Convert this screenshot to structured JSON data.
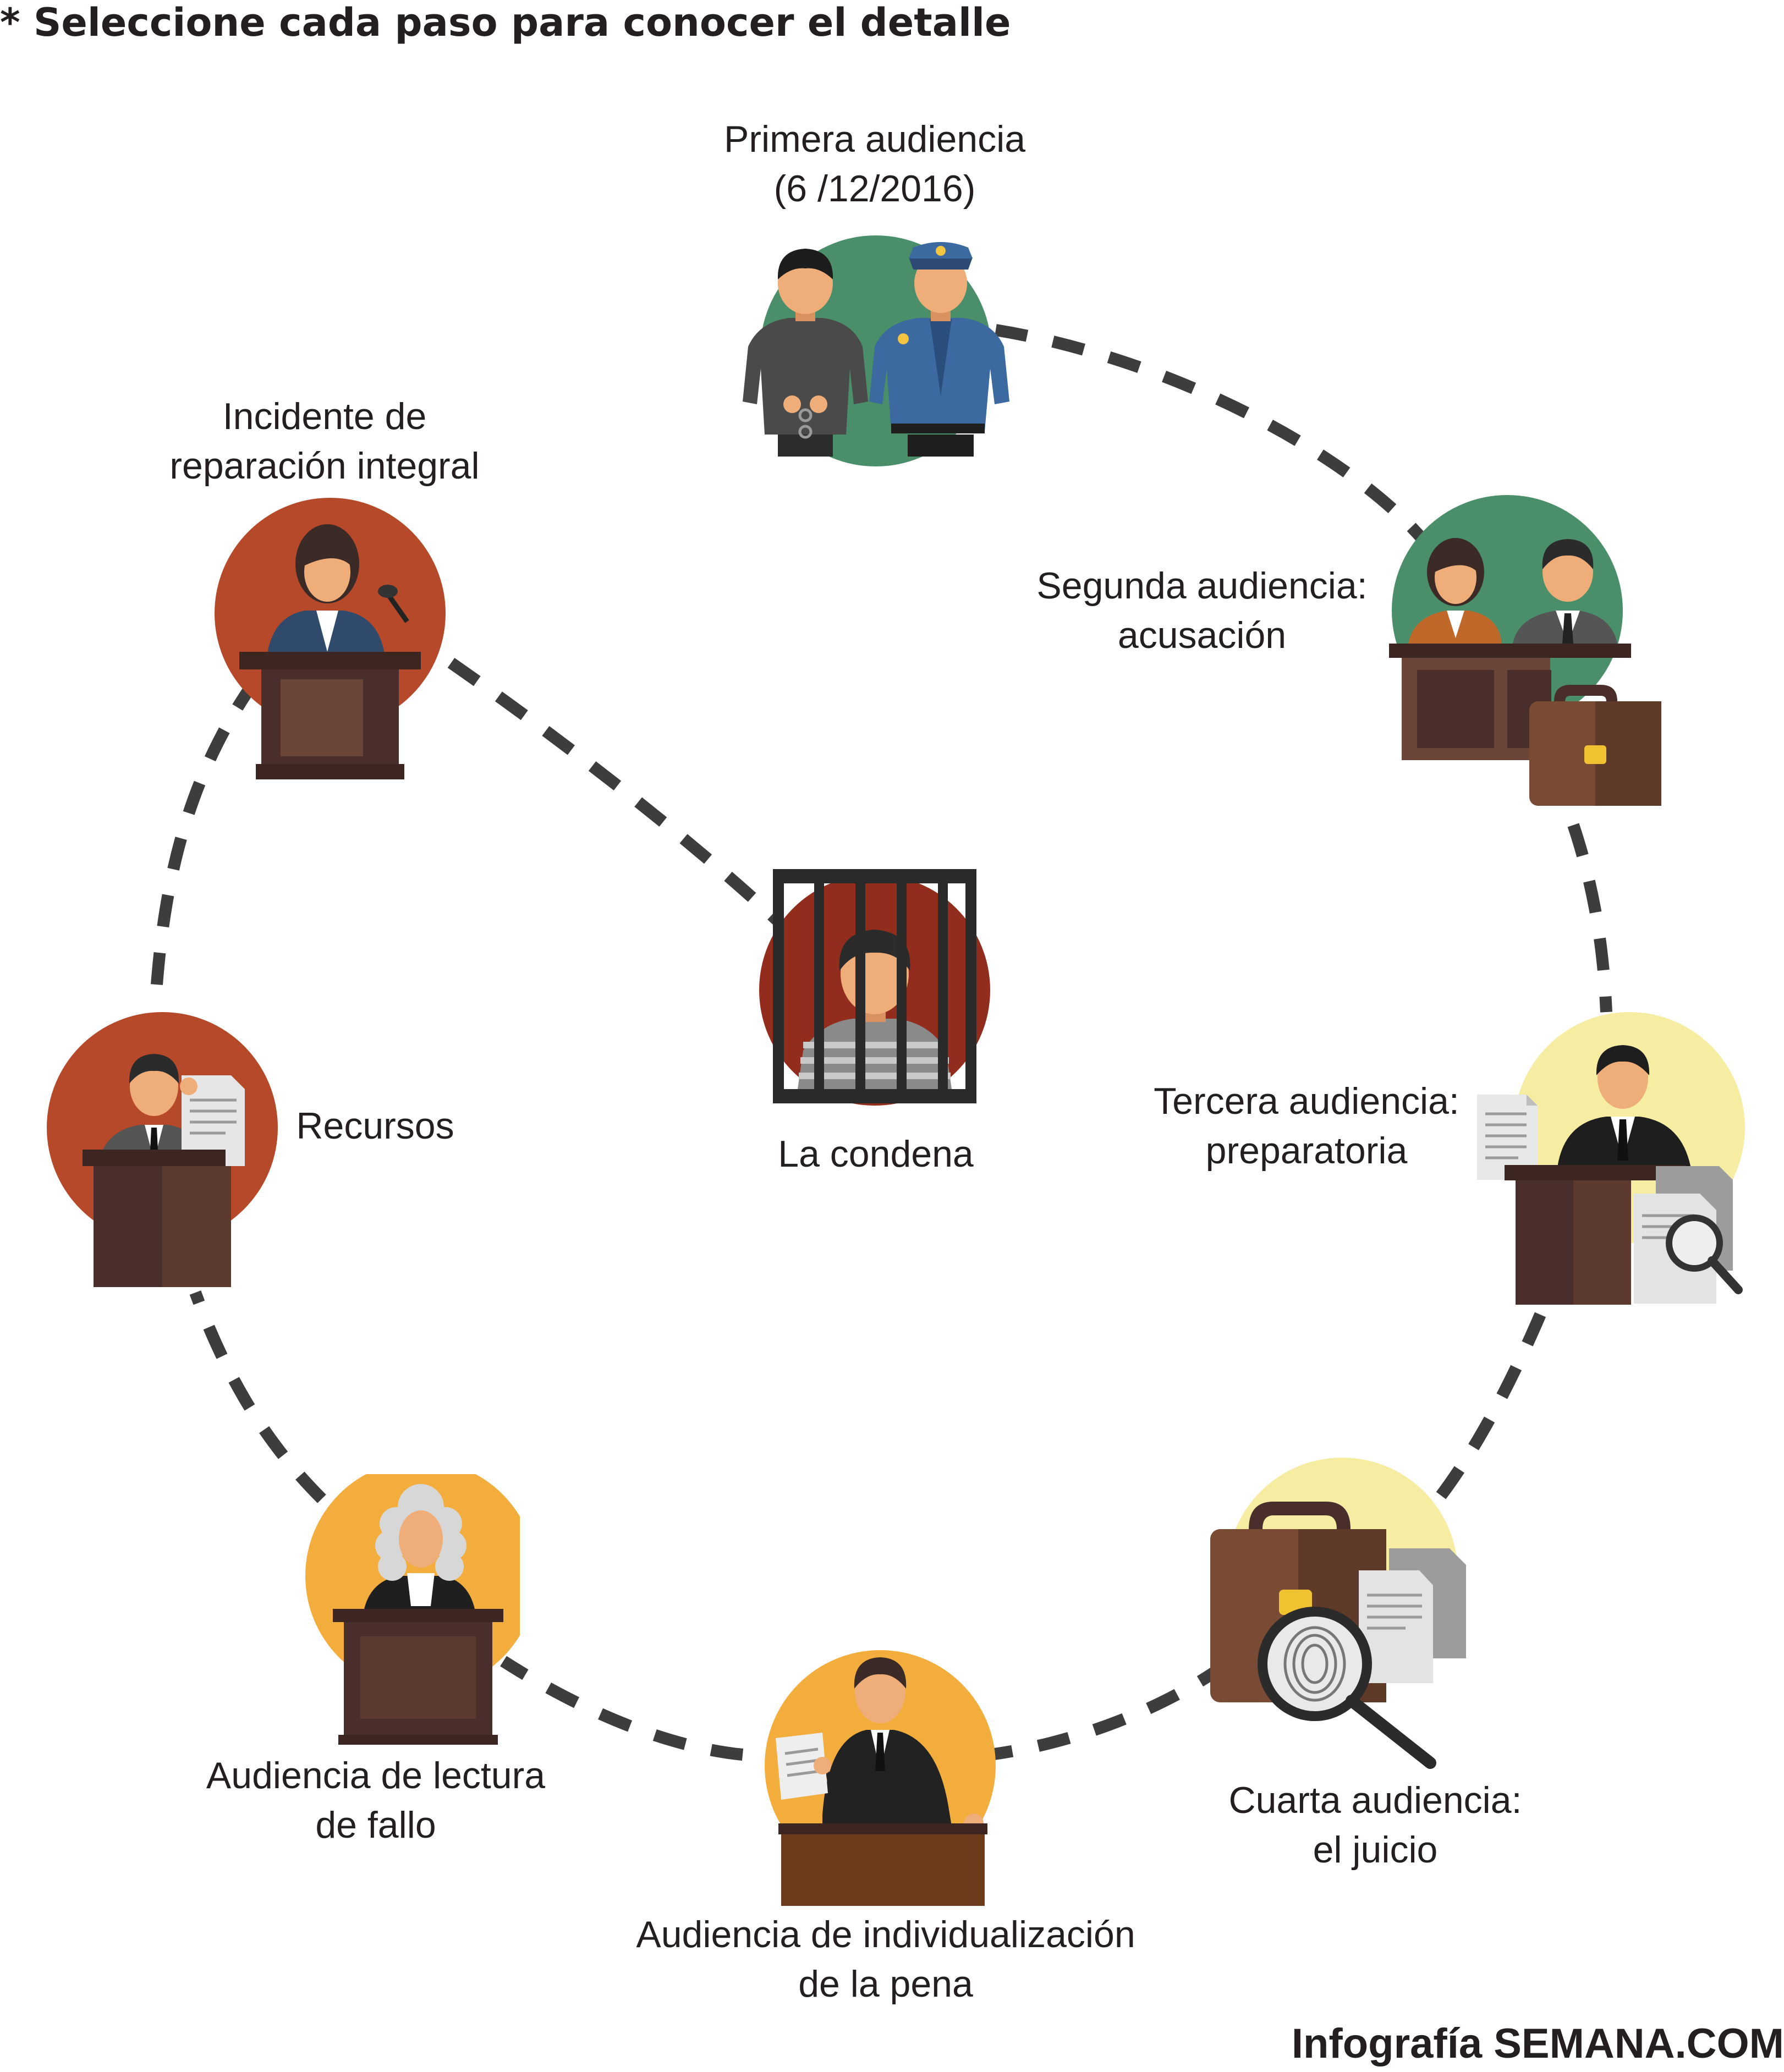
{
  "instruction": "* Seleccione cada paso para conocer el detalle",
  "credit": "Infografía SEMANA.COM",
  "colors": {
    "green": "#4a8f69",
    "rust": "#b5492a",
    "amber": "#f3ad3d",
    "pale_yellow": "#f6eda3",
    "dark_red": "#922c1c",
    "wood_dark": "#4a2e2b",
    "wood_mid": "#6b4638",
    "dash": "#3d3d3d"
  },
  "steps": {
    "primera": {
      "line1": "Primera audiencia",
      "line2": "(6 /12/2016)",
      "icon": "detainee-and-police-icon"
    },
    "segunda": {
      "line1": "Segunda audiencia:",
      "line2": "acusación",
      "icon": "lawyers-at-desk-icon"
    },
    "tercera": {
      "line1": "Tercera audiencia:",
      "line2": "preparatoria",
      "icon": "lawyer-with-documents-icon"
    },
    "cuarta": {
      "line1": "Cuarta audiencia:",
      "line2": "el juicio",
      "icon": "briefcase-fingerprint-icon"
    },
    "individualizacion": {
      "line1": "Audiencia de individualización",
      "line2": "de la pena",
      "icon": "man-presenting-document-icon"
    },
    "lectura": {
      "line1": "Audiencia de lectura",
      "line2": "de fallo",
      "icon": "judge-with-wig-icon"
    },
    "recursos": {
      "line1": "Recursos",
      "icon": "lawyer-with-appeal-icon"
    },
    "incidente": {
      "line1": "Incidente de",
      "line2": "reparación integral",
      "icon": "woman-at-podium-icon"
    },
    "condena": {
      "line1": "La condena",
      "icon": "prisoner-behind-bars-icon"
    }
  }
}
